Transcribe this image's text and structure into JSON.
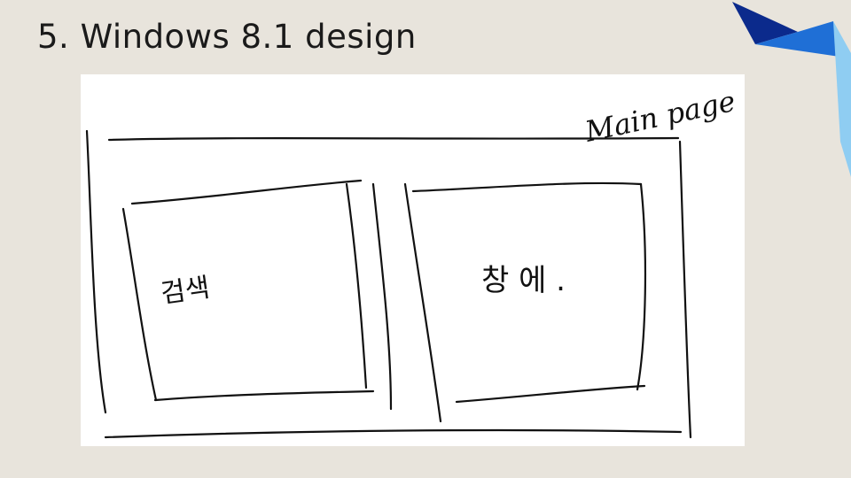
{
  "slide": {
    "title": "5. Windows 8.1 design"
  },
  "sketch": {
    "annotation": "Main page",
    "tile_left_label": "검색",
    "tile_right_label": "창 에 ."
  },
  "colors": {
    "background": "#e8e4dc",
    "ink": "#111111",
    "accent_dark": "#0b2a8c",
    "accent_mid": "#1f6fd6",
    "accent_light": "#8fcdf2"
  }
}
